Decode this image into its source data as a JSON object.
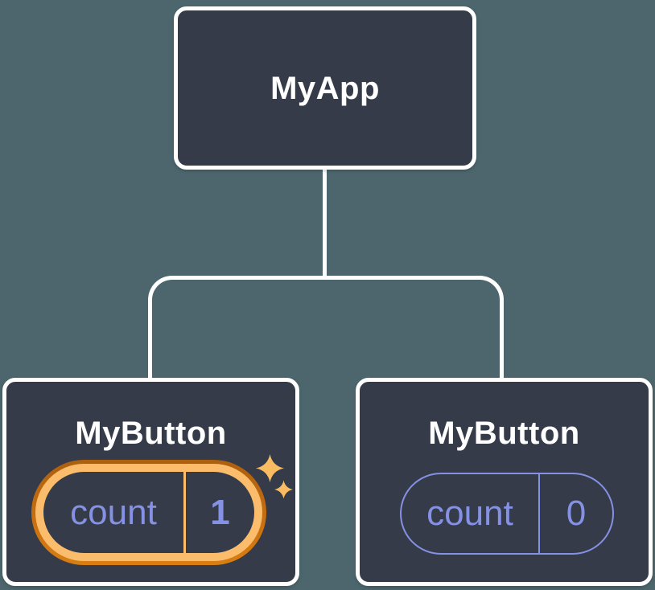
{
  "diagram": {
    "type": "component-tree",
    "colors": {
      "background": "#4D666E",
      "node_fill": "#353B48",
      "node_border": "#FFFFFF",
      "connector": "#FFFFFF",
      "state_text": "#8591E4",
      "state_pill_border": "#8591E4",
      "highlight_ring_outer_top": "#AC5F0E",
      "highlight_ring_outer_bottom": "#D97E12",
      "highlight_ring_inner": "#FBBD6C",
      "sparkle": "#F9BC63"
    },
    "icons": {
      "sparkles": "sparkles-icon"
    },
    "tree": {
      "root": {
        "label": "MyApp"
      },
      "children": [
        {
          "label": "MyButton",
          "state": {
            "key": "count",
            "value": "1",
            "highlighted": true
          }
        },
        {
          "label": "MyButton",
          "state": {
            "key": "count",
            "value": "0",
            "highlighted": false
          }
        }
      ]
    }
  }
}
